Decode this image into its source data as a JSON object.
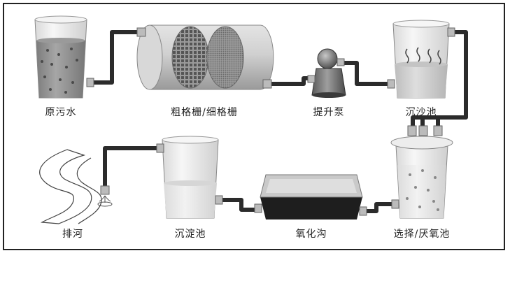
{
  "diagram": {
    "nodes": [
      {
        "id": "raw-water",
        "label": "原污水"
      },
      {
        "id": "screens",
        "label": "粗格栅/细格栅"
      },
      {
        "id": "lift-pump",
        "label": "提升泵"
      },
      {
        "id": "grit-chamber",
        "label": "沉沙池"
      },
      {
        "id": "anoxic-tank",
        "label": "选择/厌氧池"
      },
      {
        "id": "oxidation-ditch",
        "label": "氧化沟"
      },
      {
        "id": "settling-tank",
        "label": "沉淀池"
      },
      {
        "id": "river",
        "label": "排河"
      }
    ],
    "flow": [
      "raw-water",
      "screens",
      "lift-pump",
      "grit-chamber",
      "anoxic-tank",
      "oxidation-ditch",
      "settling-tank",
      "river"
    ]
  }
}
